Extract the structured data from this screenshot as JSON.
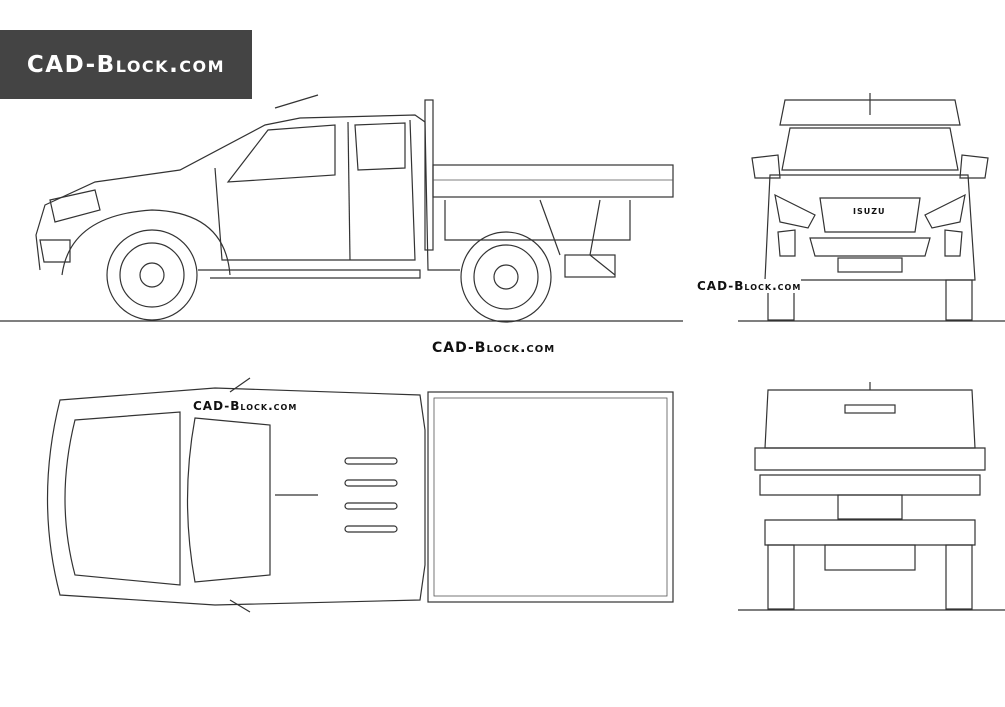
{
  "watermark": {
    "label": "CAD-Block.com"
  },
  "labels": {
    "front_view": "CAD-Block.com",
    "center": "CAD-Block.com",
    "top_view": "CAD-Block.com"
  },
  "grille_badge": "ISUZU"
}
